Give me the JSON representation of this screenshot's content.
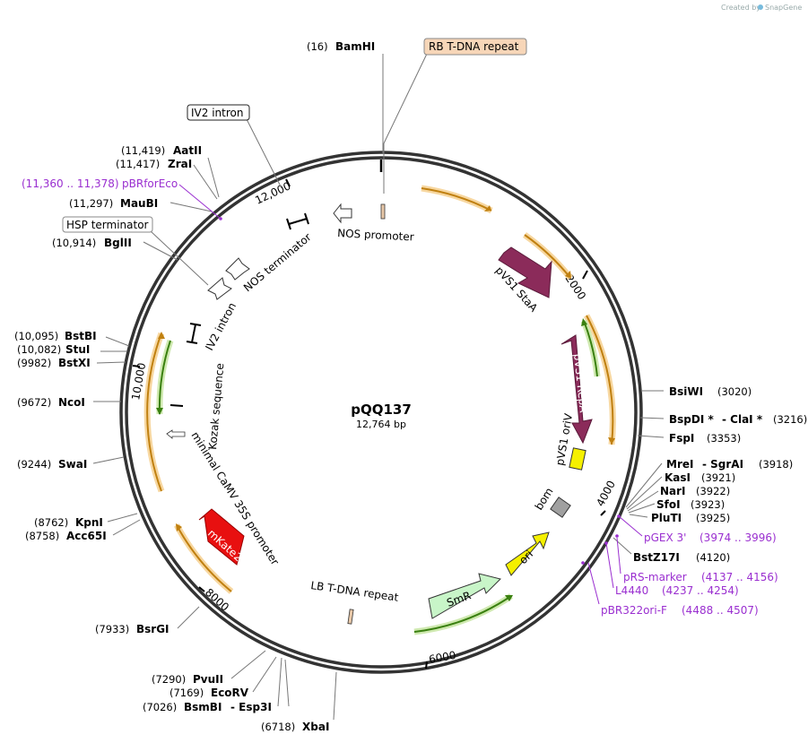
{
  "credit": {
    "created_by": "Created by",
    "app": "SnapGene"
  },
  "plasmid": {
    "name": "pQQ137",
    "size": "12,764 bp"
  },
  "ticks": [
    "2000",
    "4000",
    "6000",
    "8000",
    "10,000",
    "12,000"
  ],
  "features": {
    "nos_promoter": "NOS promoter",
    "pvs1_stab": "pVS1 StaA",
    "pvs1_repa": "pVS1 RepA",
    "pvs1_oriv": "pVS1 oriV",
    "bom": "bom",
    "ori": "ori",
    "smr": "SmR",
    "lb_repeat": "LB T-DNA repeat",
    "mkate2": "mKate2",
    "camv": "minimal CaMV 35S promoter",
    "kozak": "Kozak sequence",
    "iv2_inner": "IV2 intron",
    "nos_terminator": "NOS terminator"
  },
  "boxed": {
    "rb_repeat": "RB T-DNA repeat",
    "iv2_intron": "IV2 intron",
    "hsp_terminator": "HSP terminator"
  },
  "sites": {
    "bamhi": {
      "pos": "(16)",
      "name": "BamHI"
    },
    "aatii": {
      "pos": "(11,419)",
      "name": "AatII"
    },
    "zrai": {
      "pos": "(11,417)",
      "name": "ZraI"
    },
    "maubi": {
      "pos": "(11,297)",
      "name": "MauBI"
    },
    "bglii": {
      "pos": "(10,914)",
      "name": "BglII"
    },
    "bstbi": {
      "pos": "(10,095)",
      "name": "BstBI"
    },
    "stui": {
      "pos": "(10,082)",
      "name": "StuI"
    },
    "bstxi": {
      "pos": "(9982)",
      "name": "BstXI"
    },
    "ncoi": {
      "pos": "(9672)",
      "name": "NcoI"
    },
    "swai": {
      "pos": "(9244)",
      "name": "SwaI"
    },
    "kpni": {
      "pos": "(8762)",
      "name": "KpnI"
    },
    "acc65i": {
      "pos": "(8758)",
      "name": "Acc65I"
    },
    "bsrgi": {
      "pos": "(7933)",
      "name": "BsrGI"
    },
    "pvuii": {
      "pos": "(7290)",
      "name": "PvuII"
    },
    "ecorv": {
      "pos": "(7169)",
      "name": "EcoRV"
    },
    "bsmbi": {
      "pos": "(7026)",
      "name": "BsmBI",
      "alt": "- Esp3I"
    },
    "xbai": {
      "pos": "(6718)",
      "name": "XbaI"
    },
    "bsiwi": {
      "pos": "(3020)",
      "name": "BsiWI"
    },
    "bspdi": {
      "pos": "(3216)",
      "name": "BspDI *",
      "alt": "- ClaI *"
    },
    "fspi": {
      "pos": "(3353)",
      "name": "FspI"
    },
    "mrei": {
      "pos": "(3918)",
      "name": "MreI",
      "alt": "- SgrAI"
    },
    "kasi": {
      "pos": "(3921)",
      "name": "KasI"
    },
    "nari": {
      "pos": "(3922)",
      "name": "NarI"
    },
    "sfoi": {
      "pos": "(3923)",
      "name": "SfoI"
    },
    "pluti": {
      "pos": "(3925)",
      "name": "PluTI"
    },
    "bstz17i": {
      "pos": "(4120)",
      "name": "BstZ17I"
    }
  },
  "primers": {
    "pbrforeco": {
      "pos": "(11,360 .. 11,378)",
      "name": "pBRforEco"
    },
    "pgex3": {
      "name": "pGEX 3'",
      "pos": "(3974 .. 3996)"
    },
    "prs_marker": {
      "name": "pRS-marker",
      "pos": "(4137 .. 4156)"
    },
    "l4440": {
      "name": "L4440",
      "pos": "(4237 .. 4254)"
    },
    "pbr322ori": {
      "name": "pBR322ori-F",
      "pos": "(4488 .. 4507)"
    }
  },
  "colors": {
    "backbone": "#333333",
    "orange": "#e8a020",
    "orange_halo": "#f7d7a0",
    "green": "#5aa020",
    "green_halo": "#cfe9b0",
    "maroon": "#8b2b5a",
    "red": "#e81010",
    "yellow": "#f5f000",
    "mint": "#c8f5c8",
    "grey": "#a0a0a0",
    "tan": "#e8c8a8",
    "primer": "#9a2fd0"
  }
}
